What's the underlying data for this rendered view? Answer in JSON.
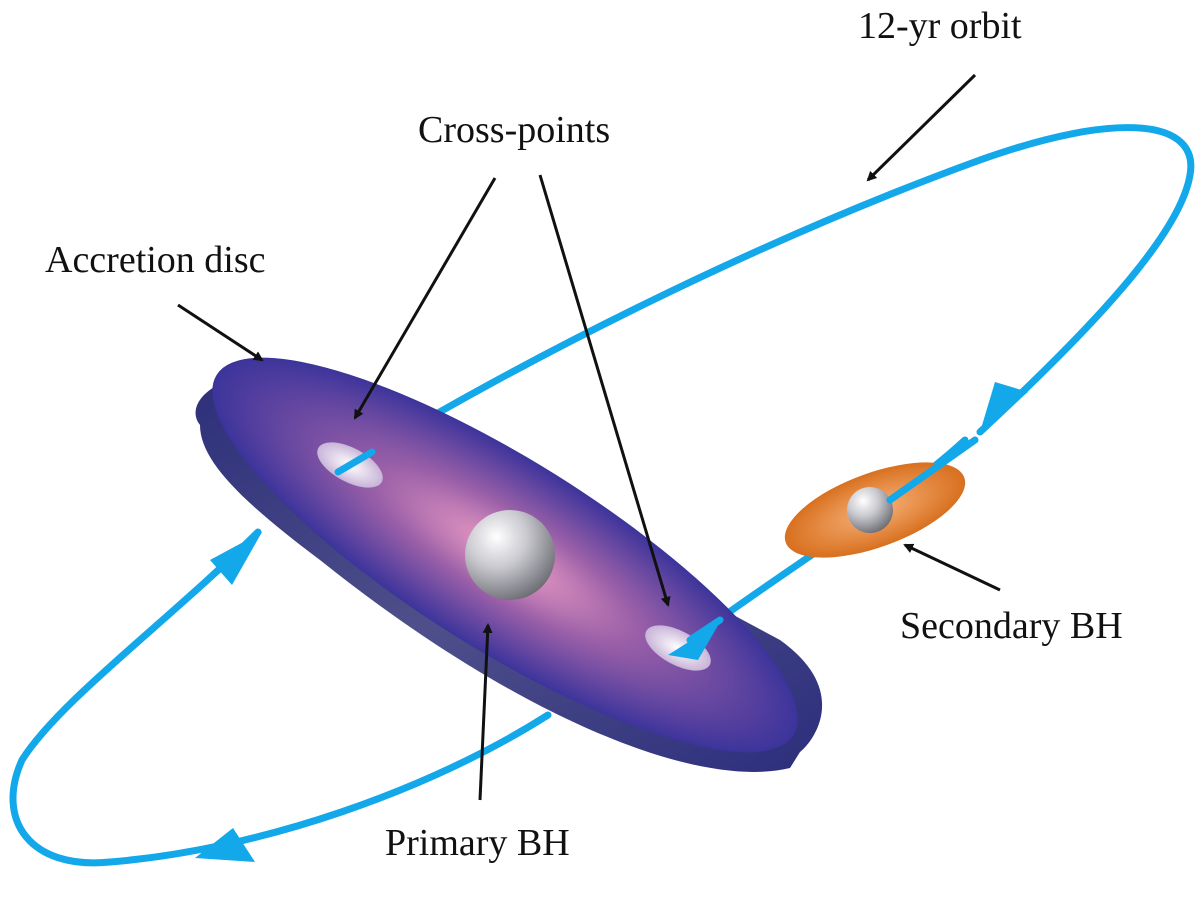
{
  "labels": {
    "orbit": "12-yr orbit",
    "cross_points": "Cross-points",
    "accretion_disc": "Accretion disc",
    "secondary_bh": "Secondary BH",
    "primary_bh": "Primary BH"
  },
  "colors": {
    "orbit": "#12a8ea",
    "disc_edge": "#3a3f8f",
    "disc_center": "#e8a6c8",
    "disc_outer": "#3c349b",
    "secondary_disc": "#e07a2e",
    "arrow": "#111111"
  }
}
